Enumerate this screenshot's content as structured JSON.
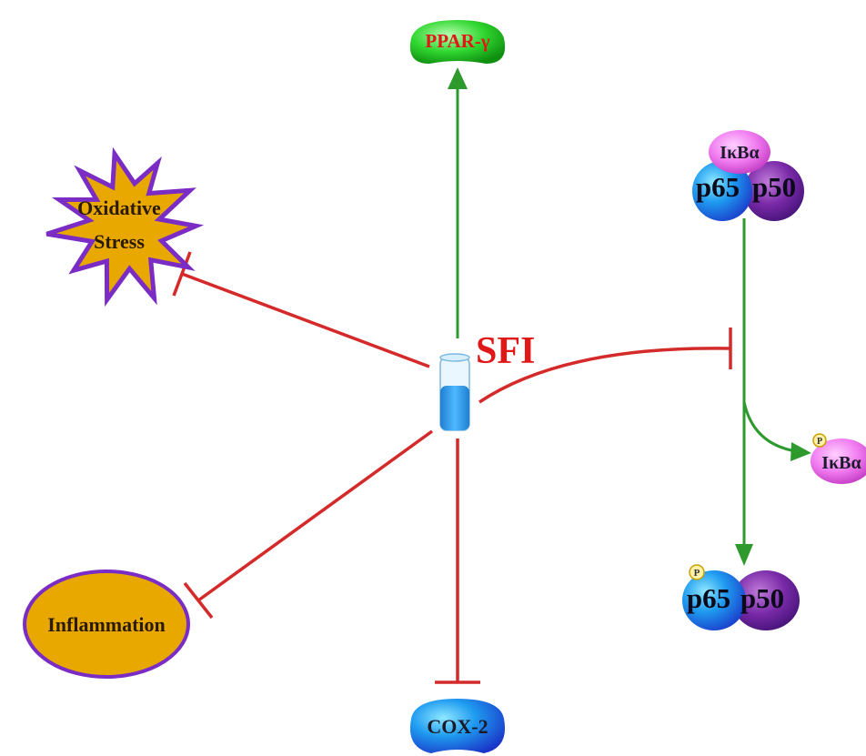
{
  "center": {
    "label": "SFI"
  },
  "nodes": {
    "ppar": "PPAR-γ",
    "oxidative_line1": "Oxidative",
    "oxidative_line2": "Stress",
    "inflammation": "Inflammation",
    "cox2": "COX-2",
    "ikba_top": "IκBα",
    "p65_top": "p65",
    "p50_top": "p50",
    "ikba_p": "IκBα",
    "p65_bottom": "p65",
    "p50_bottom": "p50",
    "phospho": "P"
  },
  "colors": {
    "activate": "#2e9a2e",
    "inhibit": "#d42a2a",
    "star_fill": "#e8a800",
    "star_stroke": "#7b2cc4",
    "label_red": "#e01818"
  }
}
